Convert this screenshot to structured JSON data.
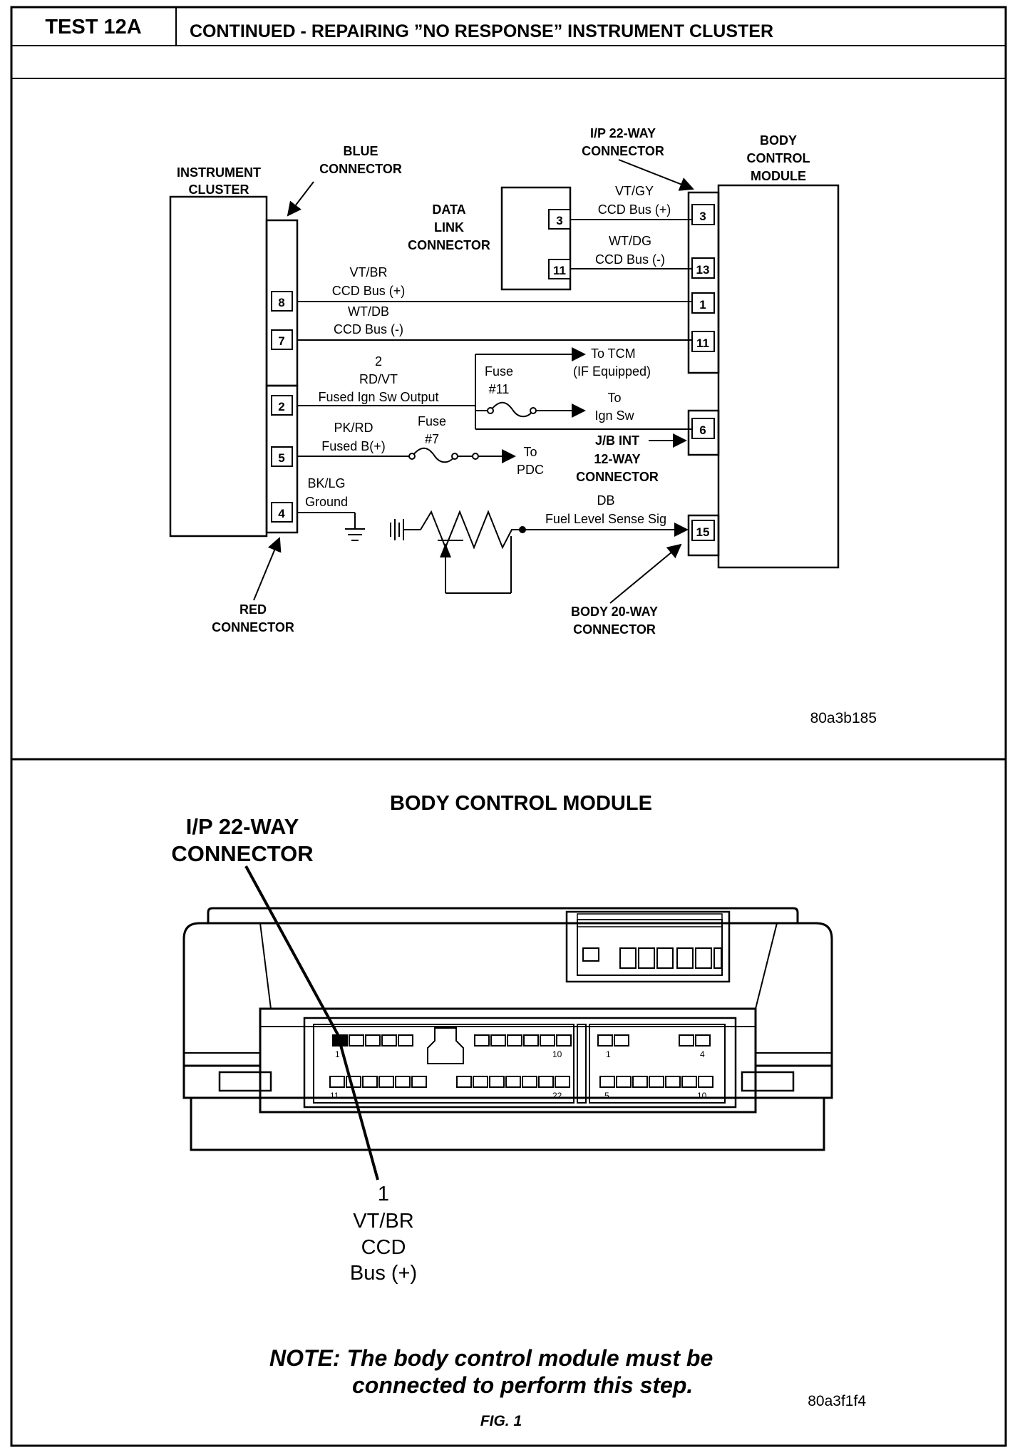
{
  "header": {
    "test_id": "TEST 12A",
    "title": "CONTINUED - REPAIRING ”NO RESPONSE” INSTRUMENT CLUSTER"
  },
  "wiring": {
    "cluster_label": [
      "INSTRUMENT",
      "CLUSTER"
    ],
    "blue_connector": [
      "BLUE",
      "CONNECTOR"
    ],
    "red_connector": [
      "RED",
      "CONNECTOR"
    ],
    "data_link_connector": [
      "DATA",
      "LINK",
      "CONNECTOR"
    ],
    "ip_connector": [
      "I/P 22-WAY",
      "CONNECTOR"
    ],
    "bcm_label": [
      "BODY",
      "CONTROL",
      "MODULE"
    ],
    "jb_connector": [
      "J/B INT",
      "12-WAY",
      "CONNECTOR"
    ],
    "body_connector": [
      "BODY 20-WAY",
      "CONNECTOR"
    ],
    "cluster_pins": [
      "8",
      "7",
      "2",
      "5",
      "4"
    ],
    "dlc_pins": [
      "3",
      "11"
    ],
    "bcm_pins": [
      "3",
      "13",
      "1",
      "11",
      "6",
      "15"
    ],
    "wires": {
      "vtgy": [
        "VT/GY",
        "CCD Bus (+)"
      ],
      "wtdg": [
        "WT/DG",
        "CCD Bus (-)"
      ],
      "vtbr": [
        "VT/BR",
        "CCD Bus (+)"
      ],
      "wtdb": [
        "WT/DB",
        "CCD Bus (-)"
      ],
      "rdvt": [
        "2",
        "RD/VT",
        "Fused Ign Sw Output"
      ],
      "pkrd": [
        "PK/RD",
        "Fused B(+)"
      ],
      "bklg": [
        "BK/LG",
        "Ground"
      ],
      "db": [
        "DB",
        "Fuel Level Sense Sig"
      ]
    },
    "fuse11": [
      "Fuse",
      "#11"
    ],
    "fuse7": [
      "Fuse",
      "#7"
    ],
    "to_tcm": [
      "To TCM",
      "(IF Equipped)"
    ],
    "to_ign": [
      "To",
      "Ign Sw"
    ],
    "to_pdc": [
      "To",
      "PDC"
    ],
    "figure_code": "80a3b185"
  },
  "module_view": {
    "title": "BODY CONTROL MODULE",
    "ip_connector": [
      "I/P 22-WAY",
      "CONNECTOR"
    ],
    "pin_numbers": [
      "1",
      "10",
      "11",
      "22",
      "1",
      "4",
      "5",
      "10"
    ],
    "callout": [
      "1",
      "VT/BR",
      "CCD",
      "Bus (+)"
    ],
    "note": [
      "NOTE: The body control module must be",
      "connected to perform this step."
    ],
    "figure_code": "80a3f1f4",
    "fig_label": "FIG. 1"
  }
}
